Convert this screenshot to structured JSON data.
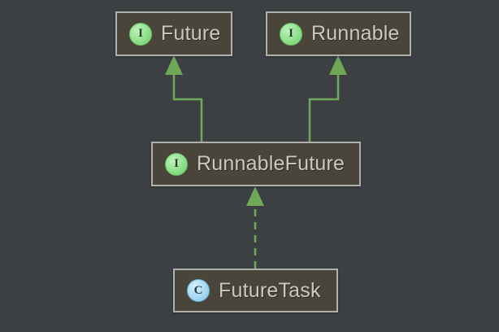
{
  "diagram": {
    "type": "uml-class-hierarchy",
    "background_color": "#3c4043",
    "node_fill_color": "#4a453a",
    "node_border_color": "#b0b0ac",
    "label_color": "#c9c9c4",
    "edge_color": "#6fa857",
    "interface_badge_color": "#8ee08c",
    "class_badge_color": "#a8d8f0",
    "nodes": [
      {
        "id": "future",
        "label": "Future",
        "kind": "interface",
        "badge": "I"
      },
      {
        "id": "runnable",
        "label": "Runnable",
        "kind": "interface",
        "badge": "I"
      },
      {
        "id": "runnablefuture",
        "label": "RunnableFuture",
        "kind": "interface",
        "badge": "I"
      },
      {
        "id": "futuretask",
        "label": "FutureTask",
        "kind": "class",
        "badge": "C"
      }
    ],
    "edges": [
      {
        "from": "runnablefuture",
        "to": "future",
        "style": "solid",
        "arrow": "filled-triangle",
        "relation": "extends"
      },
      {
        "from": "runnablefuture",
        "to": "runnable",
        "style": "solid",
        "arrow": "filled-triangle",
        "relation": "extends"
      },
      {
        "from": "futuretask",
        "to": "runnablefuture",
        "style": "dashed",
        "arrow": "filled-triangle",
        "relation": "implements"
      }
    ]
  }
}
